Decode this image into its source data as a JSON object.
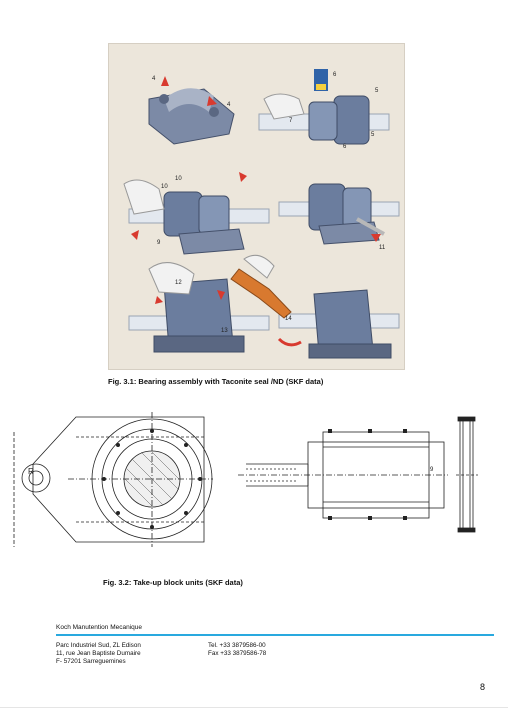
{
  "figure1": {
    "caption": "Fig. 3.1: Bearing assembly with Taconite seal /ND (SKF data)",
    "callouts": [
      "4",
      "4",
      "6",
      "5",
      "7",
      "5",
      "6",
      "10",
      "10",
      "9",
      "11",
      "12",
      "13",
      "14"
    ]
  },
  "figure2": {
    "caption": "Fig. 3.2: Take-up block units (SKF data)",
    "labels": [
      "R",
      "9"
    ]
  },
  "footer": {
    "company": "Koch Manutention Mecanique",
    "address": [
      "Parc Industriel Sud, ZL Edison",
      "11, rue Jean Baptiste Dumaire",
      "F- 57201 Sarreguemines"
    ],
    "phone": "Tel. +33 3879586-00",
    "fax": "Fax +33 3879586-78"
  },
  "page_number": "8",
  "colors": {
    "accent": "#29a9df",
    "photo_bg": "#ece6db",
    "housing": "#6b7d9e",
    "shaft": "#dfe4ea"
  }
}
